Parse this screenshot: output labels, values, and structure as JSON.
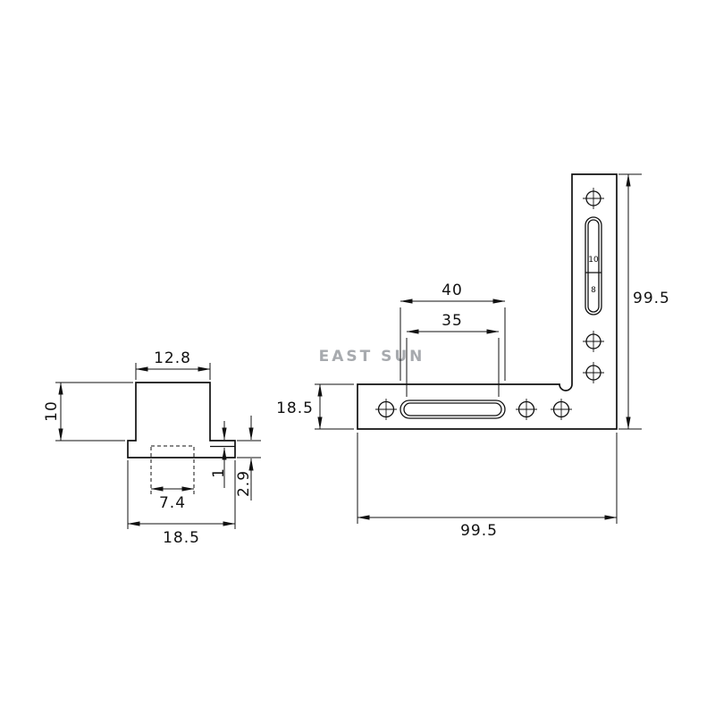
{
  "watermark": "EAST SUN",
  "profile_view": {
    "dim_top_width": "12.8",
    "dim_height": "10",
    "dim_inner_width": "7.4",
    "dim_step": "1",
    "dim_thickness": "2.9",
    "dim_base_width": "18.5"
  },
  "bracket_view": {
    "dim_slot_outer_length": "40",
    "dim_slot_inner_length": "35",
    "dim_arm_width": "18.5",
    "dim_total_height": "99.5",
    "dim_total_length": "99.5",
    "slot_marking_top": "10",
    "slot_marking_bottom": "8"
  },
  "colors": {
    "line": "#111111",
    "watermark": "#a7aaae",
    "background": "#ffffff"
  }
}
